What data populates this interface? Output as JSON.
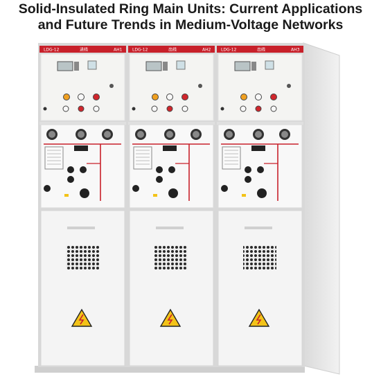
{
  "title": {
    "line1": "Solid-Insulated Ring Main Units: Current Applications",
    "line2": "and Future Trends in Medium-Voltage Networks"
  },
  "cabinets": [
    {
      "model": "LDG-12",
      "tag": "进线",
      "id": "AH1"
    },
    {
      "model": "LDG-12",
      "tag": "出线",
      "id": "AH2"
    },
    {
      "model": "LDG-12",
      "tag": "出线",
      "id": "AH3"
    }
  ],
  "colors": {
    "header_red": "#c8202a",
    "panel": "#f4f4f2",
    "frame": "#d8d8d8",
    "warning_yellow": "#f3c318",
    "indicator_orange": "#f0a020",
    "indicator_red": "#d0262c"
  },
  "icons": [
    "high-voltage-warning-icon",
    "ventilation-grille",
    "lcd-display",
    "indicator-lamp",
    "rotary-switch"
  ]
}
